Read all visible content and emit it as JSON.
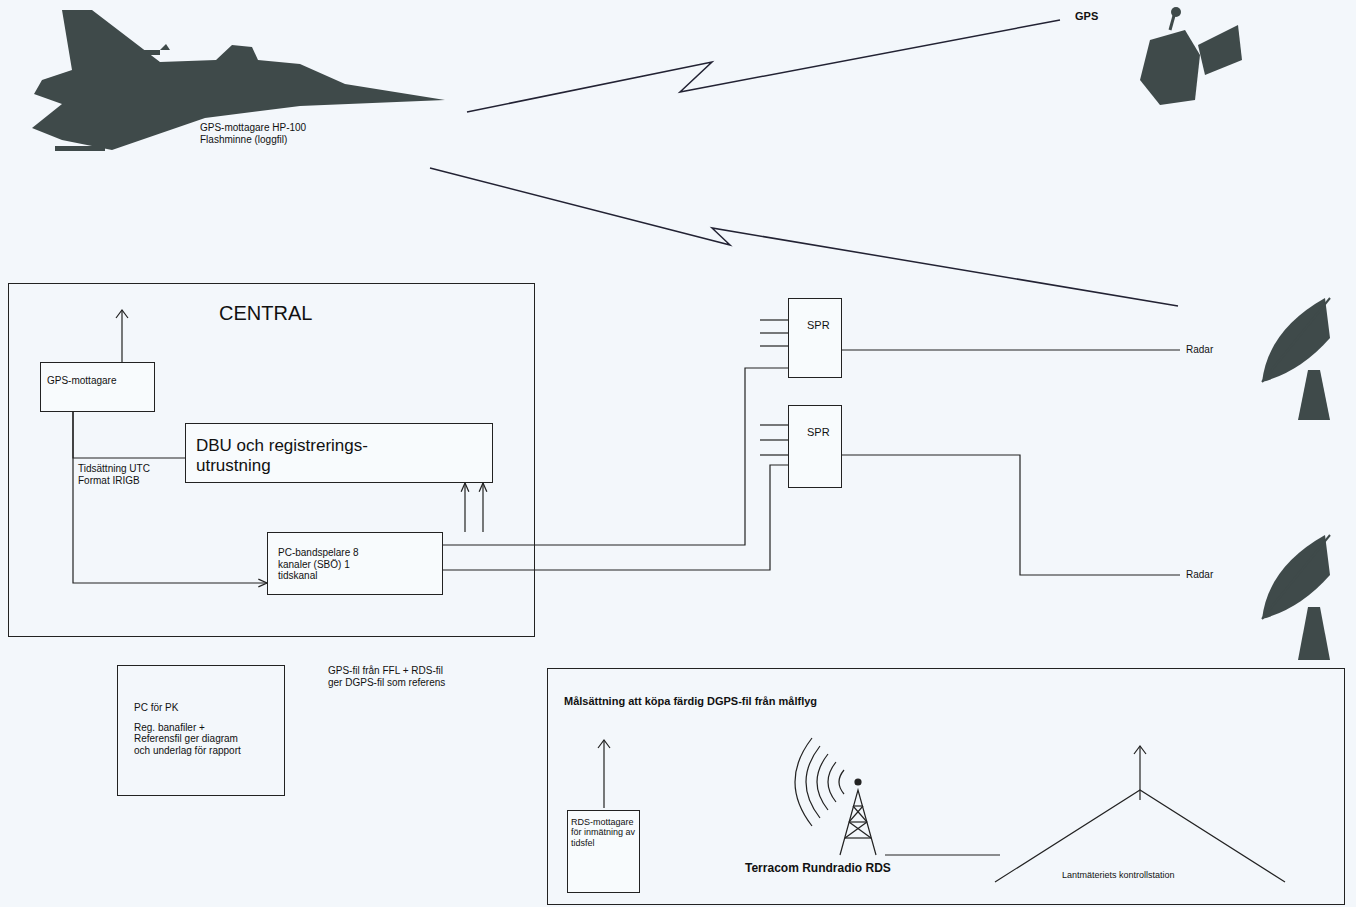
{
  "diagram": {
    "nodes": [
      {
        "text": [
          "CENTRAL"
        ]
      },
      {
        "text": [
          "GPS-mottagare"
        ],
        "in": 0
      },
      {
        "text": [
          "DBU och registrerings- utrustning"
        ],
        "in": 0
      },
      {
        "text": [
          "PC-bandspelare 8 kanaler (SBÖ) 1 tidskanal"
        ],
        "in": 0
      },
      {
        "text": [
          "SPR"
        ]
      },
      {
        "text": [
          "SPR"
        ]
      },
      {
        "text": [
          "PC för PK",
          "Reg. banafiler + Referensfil ger diagram och underlag för rapport"
        ]
      },
      {
        "text": [
          "Målsättning att köpa färdig DGPS-fil från målflyg"
        ]
      },
      {
        "text": [
          "RDS-mottagare för inmätning av tidsfel"
        ],
        "in": 7
      }
    ],
    "edges": [
      {
        "from": 1,
        "to": 3,
        "arrow": "to"
      },
      {
        "from": 1,
        "to": 2,
        "arrow": "none"
      },
      {
        "from": 3,
        "to": 2,
        "arrow": "to"
      },
      {
        "from": 3,
        "to": 2,
        "arrow": "to"
      },
      {
        "from": 4,
        "to": 3,
        "arrow": "none"
      },
      {
        "from": 5,
        "to": 3,
        "arrow": "none"
      }
    ],
    "labels": [
      "GPS",
      "GPS-mottagare HP-100 Flashminne (loggfil)",
      "Radar",
      "Radar",
      "Tidsättning UTC Format IRIGB",
      "GPS-fil från FFL + RDS-fil ger DGPS-fil som referens",
      "Terracom Rundradio RDS",
      "Lantmäteriets kontrollstation"
    ]
  }
}
